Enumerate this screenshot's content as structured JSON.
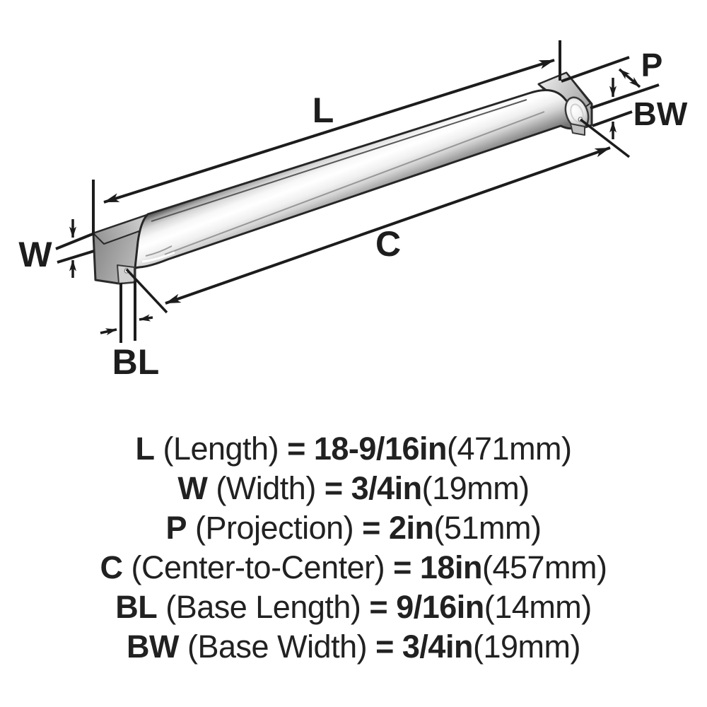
{
  "diagram": {
    "labels": {
      "L": "L",
      "W": "W",
      "P": "P",
      "C": "C",
      "BL": "BL",
      "BW": "BW"
    }
  },
  "specs": [
    {
      "symbol": "L",
      "name": " (Length) ",
      "eq": "= ",
      "imperial": "18-9/16in",
      "metric": "(471mm)"
    },
    {
      "symbol": "W",
      "name": " (Width) ",
      "eq": "= ",
      "imperial": "3/4in",
      "metric": "(19mm)"
    },
    {
      "symbol": "P",
      "name": " (Projection) ",
      "eq": "= ",
      "imperial": "2in",
      "metric": "(51mm)"
    },
    {
      "symbol": "C",
      "name": " (Center-to-Center) ",
      "eq": "= ",
      "imperial": "18in",
      "metric": "(457mm)"
    },
    {
      "symbol": "BL",
      "name": " (Base Length) ",
      "eq": "= ",
      "imperial": "9/16in",
      "metric": "(14mm)"
    },
    {
      "symbol": "BW",
      "name": " (Base Width) ",
      "eq": "= ",
      "imperial": "3/4in",
      "metric": "(19mm)"
    }
  ],
  "colors": {
    "background": "#ffffff",
    "line": "#1c1c1c",
    "text": "#212121",
    "chrome_light": "#ffffff",
    "chrome_mid": "#c9c9c9",
    "chrome_dark": "#8f8f8f"
  }
}
